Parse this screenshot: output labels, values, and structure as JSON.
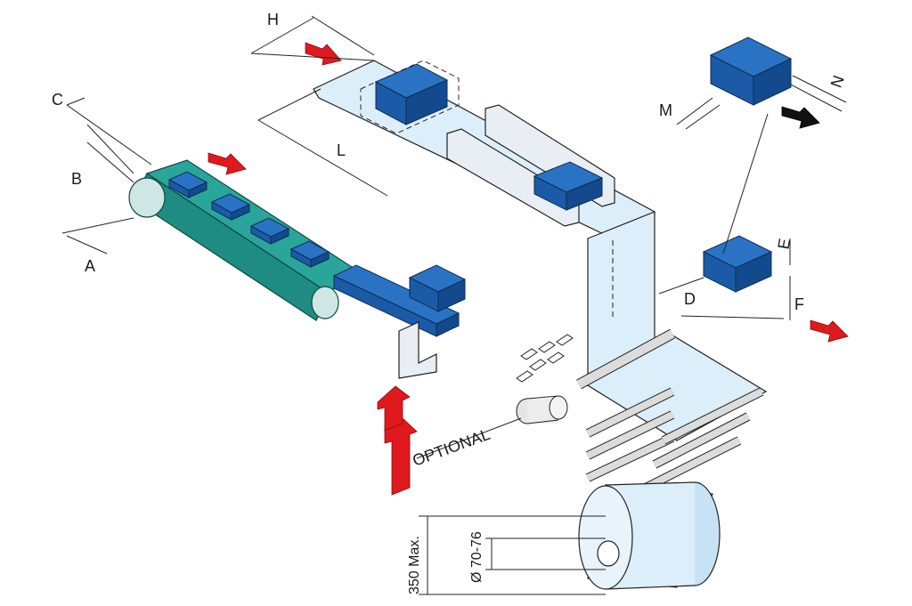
{
  "labels": {
    "H": "H",
    "L": "L",
    "C": "C",
    "B": "B",
    "A": "A",
    "M": "M",
    "N": "N",
    "E": "E",
    "D": "D",
    "F": "F",
    "optional": "OPTIONAL",
    "max_height": "350 Max.",
    "core_diameter": "Ø 70-76"
  },
  "colors": {
    "conveyor": "#2aa59a",
    "product": "#1f64b4",
    "film": "#dceefa",
    "arrow_red": "#e0191e",
    "arrow_black": "#111111"
  }
}
